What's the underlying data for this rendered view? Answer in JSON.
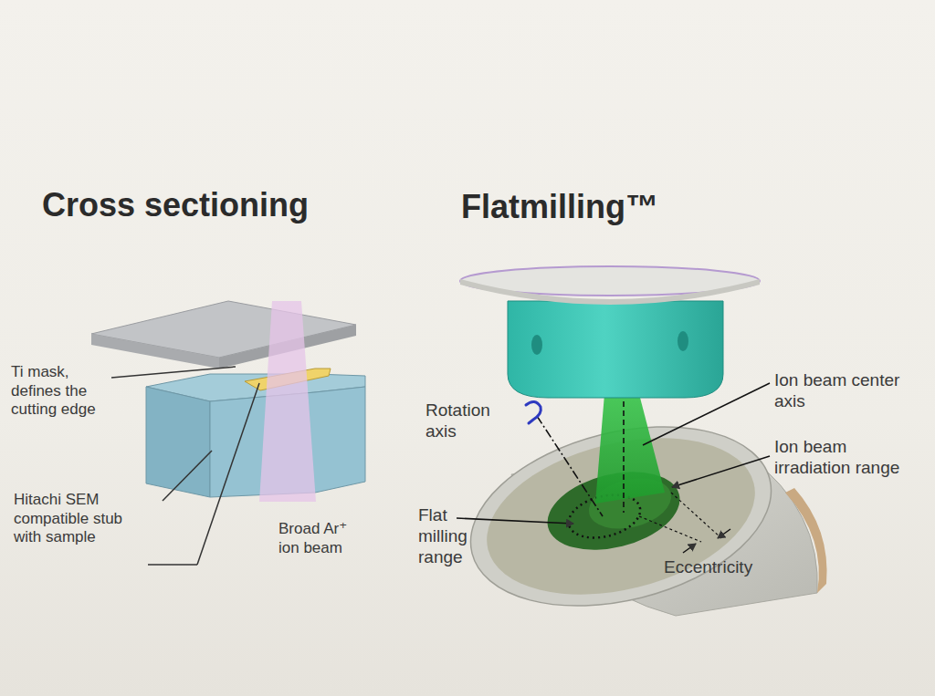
{
  "diagram": {
    "labels": [
      "Cross sectioning",
      "Flatmilling™",
      "Ti mask, defines the cutting edge",
      "Hitachi SEM compatible stub with sample",
      "Broad Ar⁺ ion beam",
      "Rotation axis",
      "Ion beam center axis",
      "Ion beam irradiation range",
      "Flat milling range",
      "Eccentricity"
    ]
  }
}
